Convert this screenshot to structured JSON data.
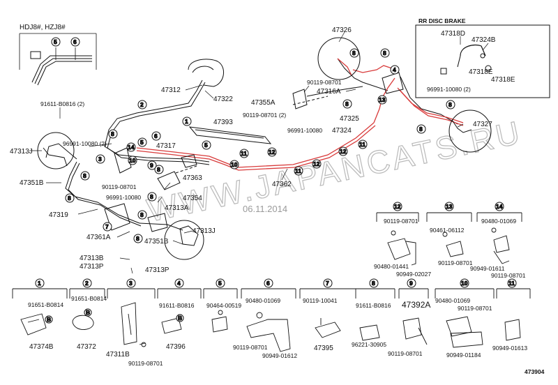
{
  "colors": {
    "ink": "#111111",
    "pipe_highlight": "#d83a3a",
    "watermark": "#b9b9b9",
    "date": "#9a9a9a"
  },
  "inset_left_title": "HDJ8#, HZJ8#",
  "inset_right_title": "RR DISC BRAKE",
  "watermark": "WWW.JAPANCATS.RU",
  "date": "06.11.2014",
  "drawing_number": "473904",
  "callouts": {
    "c1": "1",
    "c2": "2",
    "c3": "3",
    "c4": "4",
    "c5": "5",
    "c6": "6",
    "c7": "7",
    "c8": "8",
    "c9": "9",
    "c10": "10",
    "c11": "11",
    "c12": "12",
    "c13": "13",
    "c14": "14"
  },
  "labels": {
    "p47326": "47326",
    "p47312": "47312",
    "p47322": "47322",
    "p47393": "47393",
    "p47355A": "47355A",
    "p47316A": "47316A",
    "p90119_08701_a": "90119-08701",
    "p90119_08701_2": "90119-08701 (2)",
    "p96991_10080_a": "96991-10080",
    "p47325": "47325",
    "p47324": "47324",
    "p47327": "47327",
    "p91611_B0816_2": "91611-B0816 (2)",
    "p96991_10080_2": "96991-10080 (2)",
    "p47313J_left": "47313J",
    "p47351B_left": "47351B",
    "p47317": "47317",
    "p47363": "47363",
    "p90119_08701_b": "90119-08701",
    "p96991_10080_b": "96991-10080",
    "p47354": "47354",
    "p47313A": "47313A",
    "p47319": "47319",
    "p47361A": "47361A",
    "p47313J_right": "47313J",
    "p47351B_right": "47351B",
    "p47313B": "47313B",
    "p47313P_a": "47313P",
    "p47313P_b": "47313P",
    "p47362": "47362",
    "rr_47318D": "47318D",
    "rr_47324B": "47324B",
    "rr_47318E_a": "47318E",
    "rr_47318E_b": "47318E",
    "rr_96991_10080_2": "96991-10080 (2)",
    "d12_a": "90119-08701",
    "d12_b": "90480-01441",
    "d12_c": "90949-02027",
    "d13_a": "90461-06112",
    "d13_b": "90119-08701",
    "d14_a": "90480-01069",
    "d14_b": "90949-01611",
    "d14_c": "90119-08701",
    "b1_a": "91651-B0814",
    "b1_b": "47374B",
    "b2_a": "91651-B0814",
    "b2_b": "47372",
    "b3_a": "47311B",
    "b3_b": "90119-08701",
    "b4_a": "91611-B0816",
    "b4_b": "47396",
    "b5_a": "90464-00519",
    "b6_a": "90480-01069",
    "b6_b": "90119-08701",
    "b6_c": "90949-01612",
    "b7_a": "90119-10041",
    "b7_b": "47395",
    "b8_a": "91611-B0816",
    "b8_b": "96221-30905",
    "b9_a": "47392A",
    "b9_b": "90119-08701",
    "b10_a": "90480-01069",
    "b10_b": "90119-08701",
    "b10_c": "90949-01184",
    "b11_a": "90949-01613"
  }
}
